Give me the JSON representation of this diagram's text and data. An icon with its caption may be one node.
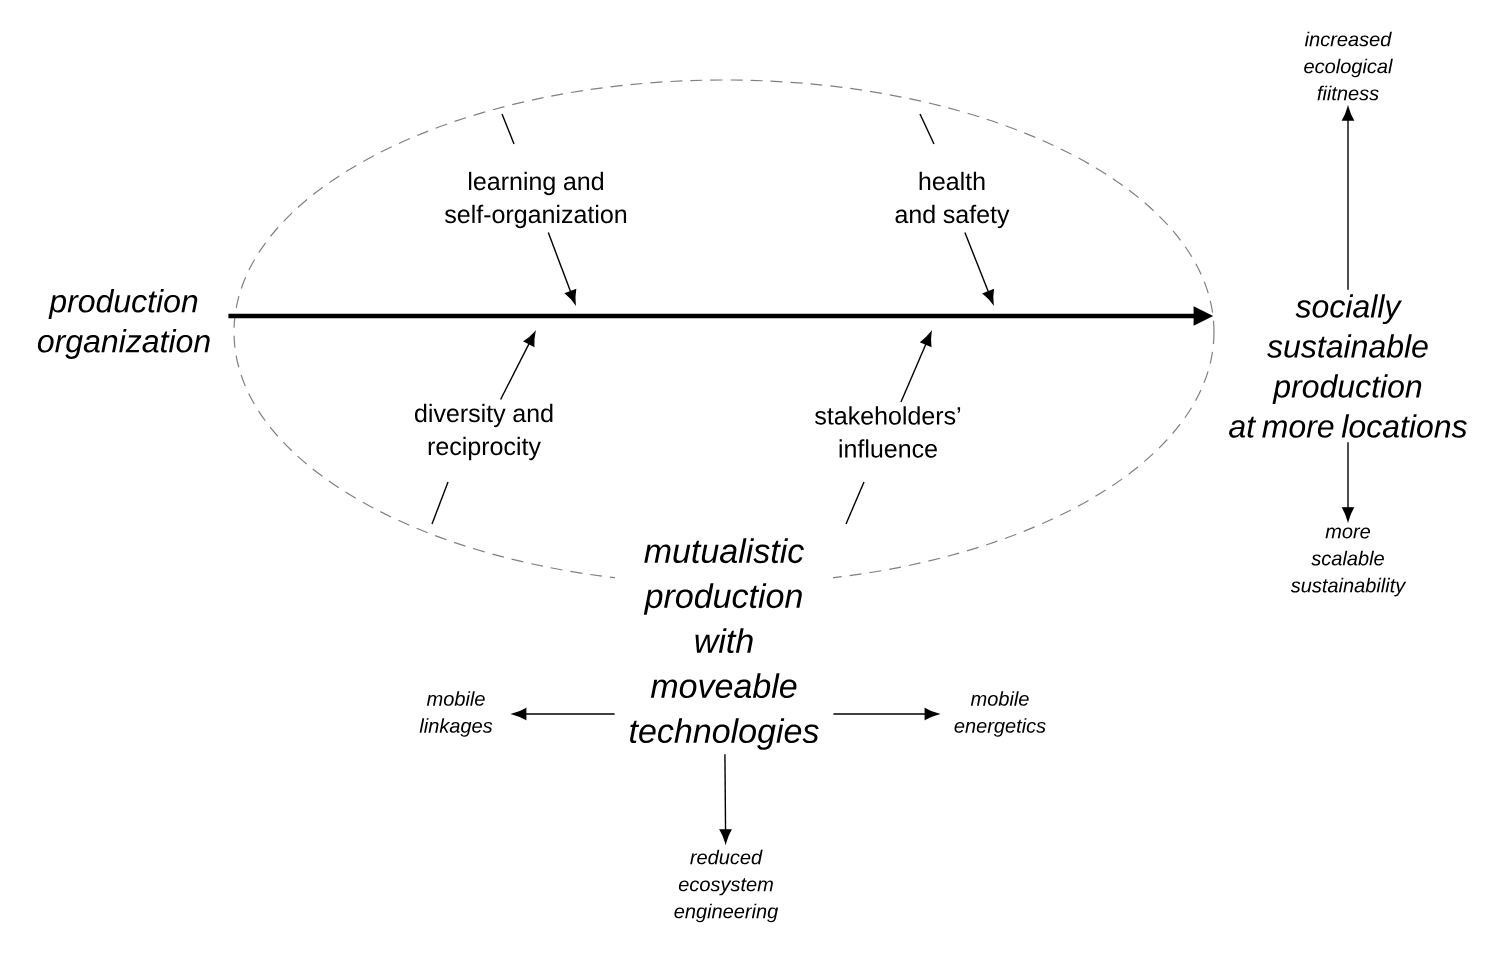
{
  "diagram": {
    "nodes": [
      {
        "text": [
          "production organization"
        ]
      },
      {
        "text": [
          "socially sustainable production at more locations"
        ]
      },
      {
        "text": [
          "increased ecological fiitness"
        ]
      },
      {
        "text": [
          "more scalable sustainability"
        ]
      },
      {
        "text": [
          "learning and self-organization"
        ]
      },
      {
        "text": [
          "health and safety"
        ]
      },
      {
        "text": [
          "diversity and reciprocity"
        ]
      },
      {
        "text": [
          "stakeholders’ influence"
        ]
      },
      {
        "text": [
          "mutualistic production with moveable technologies"
        ]
      },
      {
        "text": [
          "mobile linkages"
        ]
      },
      {
        "text": [
          "mobile energetics"
        ]
      },
      {
        "text": [
          "reduced ecosystem engineering"
        ]
      }
    ],
    "edges": [
      {
        "from": 0,
        "to": 1,
        "arrow": "to",
        "style": "thick"
      },
      {
        "from": 1,
        "to": 2,
        "arrow": "to"
      },
      {
        "from": 1,
        "to": 3,
        "arrow": "to"
      },
      {
        "from": 4,
        "to": null,
        "arrow": "to"
      },
      {
        "from": 5,
        "to": null,
        "arrow": "to"
      },
      {
        "from": 6,
        "to": null,
        "arrow": "to"
      },
      {
        "from": 7,
        "to": null,
        "arrow": "to"
      },
      {
        "from": 8,
        "to": 9,
        "arrow": "to"
      },
      {
        "from": 8,
        "to": 10,
        "arrow": "to"
      },
      {
        "from": 8,
        "to": 11,
        "arrow": "to"
      }
    ]
  }
}
